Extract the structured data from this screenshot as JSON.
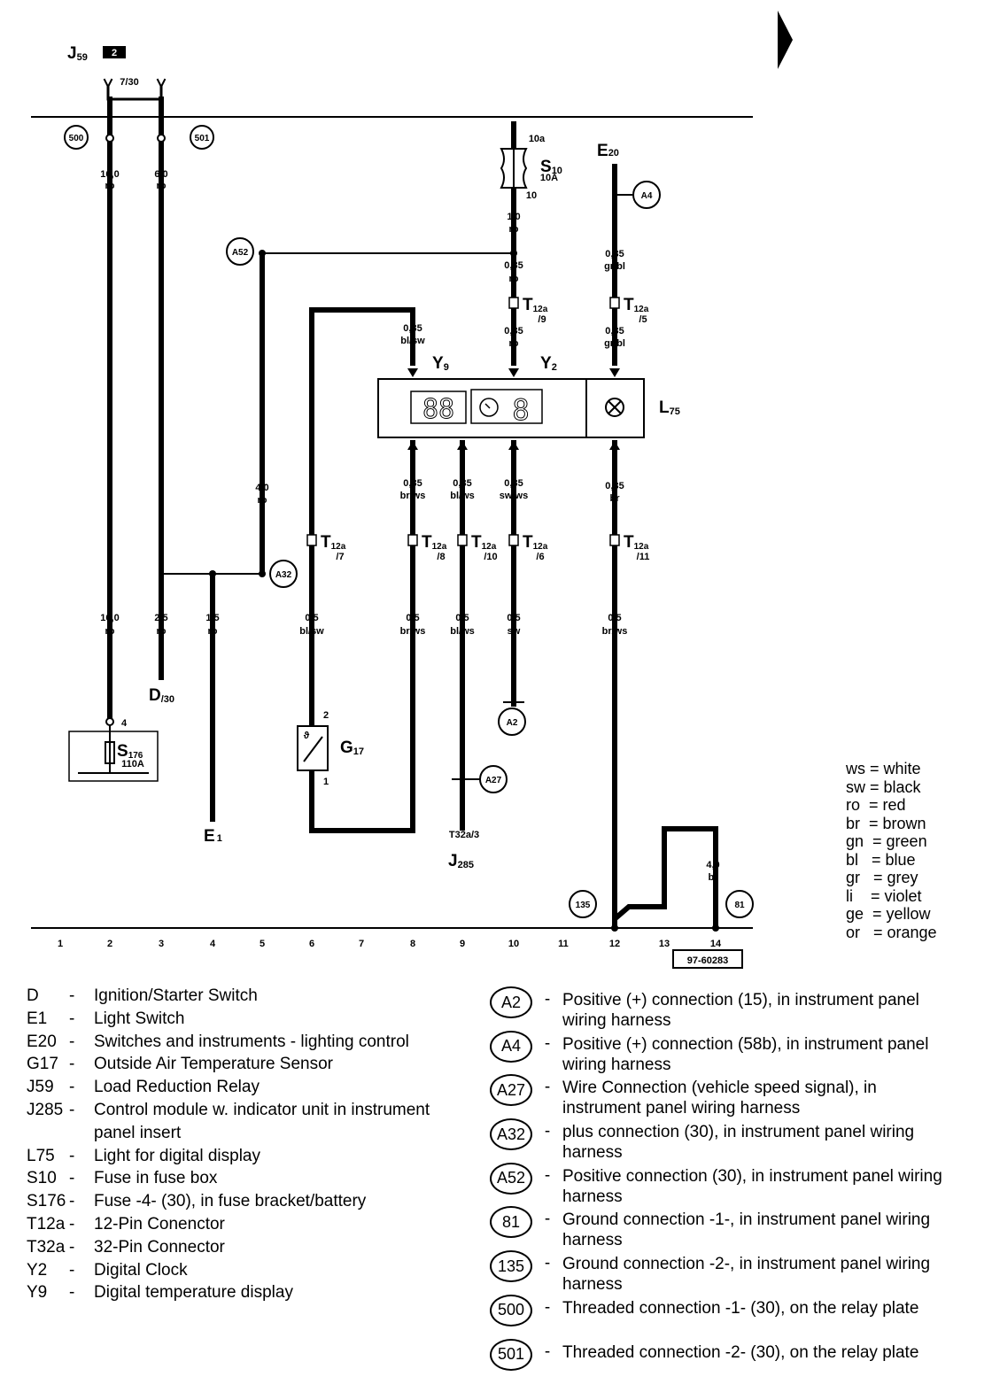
{
  "diagram": {
    "components": {
      "j59": {
        "label": "J",
        "sub": "59",
        "box": "2"
      },
      "s10": {
        "label": "S",
        "sub": "10",
        "rating": "10A",
        "pin_in": "10a",
        "pin_out": "10"
      },
      "e20": {
        "label": "E",
        "sub": "20"
      },
      "y9": {
        "label": "Y",
        "sub": "9"
      },
      "y2": {
        "label": "Y",
        "sub": "2"
      },
      "l75": {
        "label": "L",
        "sub": "75"
      },
      "g17": {
        "label": "G",
        "sub": "17",
        "pin_top": "2",
        "pin_bot": "1"
      },
      "s176": {
        "label": "S",
        "sub": "176",
        "rating": "110A",
        "pin": "4"
      },
      "d30": {
        "label": "D",
        "sub": "/30"
      },
      "e1": {
        "label": "E",
        "sub": "1"
      },
      "j285": {
        "label": "J",
        "sub": "285"
      },
      "t32a": {
        "label": "T32a/3"
      },
      "j59_term": {
        "label": "7/30"
      },
      "drawing_no": "97-60283",
      "clock_face": "8"
    },
    "connectors": {
      "t9": {
        "name": "T",
        "sub": "12a",
        "pin": "/9"
      },
      "t5": {
        "name": "T",
        "sub": "12a",
        "pin": "/5"
      },
      "t7": {
        "name": "T",
        "sub": "12a",
        "pin": "/7"
      },
      "t8": {
        "name": "T",
        "sub": "12a",
        "pin": "/8"
      },
      "t10": {
        "name": "T",
        "sub": "12a",
        "pin": "/10"
      },
      "t6": {
        "name": "T",
        "sub": "12a",
        "pin": "/6"
      },
      "t11": {
        "name": "T",
        "sub": "12a",
        "pin": "/11"
      }
    },
    "circles": {
      "c500": "500",
      "c501": "501",
      "a52": "A52",
      "a4": "A4",
      "a32": "A32",
      "a2": "A2",
      "a27": "A27",
      "c135": "135",
      "c81": "81"
    },
    "wire_labels": {
      "w2a": {
        "size": "16,0",
        "color": "ro"
      },
      "w3a": {
        "size": "6,0",
        "color": "ro"
      },
      "w10a": {
        "size": "1,0",
        "color": "ro"
      },
      "w10b": {
        "size": "0,35",
        "color": "ro"
      },
      "w10c": {
        "size": "0,35",
        "color": "ro"
      },
      "w12a": {
        "size": "0,35",
        "color": "gr/bl"
      },
      "w12b": {
        "size": "0,35",
        "color": "gr/bl"
      },
      "w8a": {
        "size": "0,35",
        "color": "bl/sw"
      },
      "w5a": {
        "size": "4,0",
        "color": "ro"
      },
      "w8b": {
        "size": "0,35",
        "color": "br/ws"
      },
      "w9b": {
        "size": "0,35",
        "color": "bl/ws"
      },
      "w10d": {
        "size": "0,35",
        "color": "sw/ws"
      },
      "w12c": {
        "size": "0,35",
        "color": "br"
      },
      "w2b": {
        "size": "16,0",
        "color": "ro"
      },
      "w3b": {
        "size": "2,5",
        "color": "ro"
      },
      "w4b": {
        "size": "1,5",
        "color": "ro"
      },
      "w6b": {
        "size": "0,5",
        "color": "bl/sw"
      },
      "w8c": {
        "size": "0,5",
        "color": "br/ws"
      },
      "w9c": {
        "size": "0,5",
        "color": "bl/ws"
      },
      "w10e": {
        "size": "0,5",
        "color": "sw"
      },
      "w12d": {
        "size": "0,5",
        "color": "br/ws"
      },
      "w14a": {
        "size": "4,0",
        "color": "br"
      }
    },
    "columns": [
      "1",
      "2",
      "3",
      "4",
      "5",
      "6",
      "7",
      "8",
      "9",
      "10",
      "11",
      "12",
      "13",
      "14"
    ]
  },
  "color_key": [
    "ws = white",
    "sw = black",
    "ro  = red",
    "br  = brown",
    "gn  = green",
    "bl   = blue",
    "gr   = grey",
    "li    = violet",
    "ge  = yellow",
    "or   = orange"
  ],
  "legend_left": [
    {
      "code": "D",
      "desc": "Ignition/Starter Switch"
    },
    {
      "code": "E1",
      "desc": "Light Switch"
    },
    {
      "code": "E20",
      "desc": "Switches and instruments - lighting control"
    },
    {
      "code": "G17",
      "desc": "Outside Air Temperature Sensor"
    },
    {
      "code": "J59",
      "desc": "Load Reduction Relay"
    },
    {
      "code": "J285",
      "desc": "Control module w. indicator unit in instrument panel insert"
    },
    {
      "code": "L75",
      "desc": "Light for digital display"
    },
    {
      "code": "S10",
      "desc": "Fuse in fuse box"
    },
    {
      "code": "S176",
      "desc": "Fuse -4- (30), in fuse bracket/battery"
    },
    {
      "code": "T12a",
      "desc": "12-Pin Conenctor"
    },
    {
      "code": "T32a",
      "desc": "32-Pin Connector"
    },
    {
      "code": "Y2",
      "desc": "Digital Clock"
    },
    {
      "code": "Y9",
      "desc": "Digital temperature display"
    }
  ],
  "legend_right": [
    {
      "code": "A2",
      "desc": "Positive (+) connection (15), in instrument panel wiring harness"
    },
    {
      "code": "A4",
      "desc": "Positive (+) connection (58b), in instrument panel wiring harness"
    },
    {
      "code": "A27",
      "desc": "Wire Connection (vehicle speed signal), in instrument panel wiring harness"
    },
    {
      "code": "A32",
      "desc": "plus connection (30), in instrument panel wiring harness"
    },
    {
      "code": "A52",
      "desc": "Positive connection (30), in instrument panel wiring harness"
    },
    {
      "code": "81",
      "desc": "Ground connection -1-, in instrument panel wiring harness"
    },
    {
      "code": "135",
      "desc": "Ground connection -2-, in instrument panel wiring harness"
    },
    {
      "code": "500",
      "desc": "Threaded connection -1- (30), on the relay plate"
    },
    {
      "code": "501",
      "desc": "Threaded connection -2- (30), on the relay plate"
    }
  ],
  "legend_dash": "-"
}
